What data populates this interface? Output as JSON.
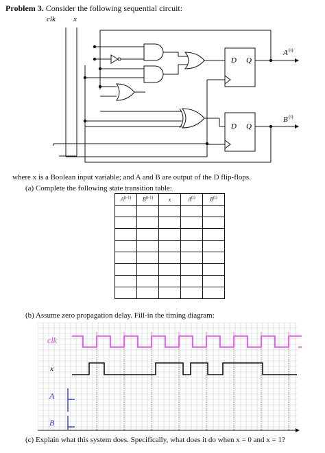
{
  "problem": {
    "label": "Problem 3.",
    "intro": "Consider the following sequential circuit:"
  },
  "circuit": {
    "input_clk": "clk",
    "input_x": "x",
    "ff_d": "D",
    "ff_q": "Q",
    "output_a": "A",
    "output_b": "B",
    "sup_t": "(t)"
  },
  "description": {
    "text": "where x is a Boolean input variable; and A and B are output of the D flip-flops."
  },
  "part_a": {
    "label": "(a) Complete the following state transition table:",
    "columns": [
      {
        "name": "A",
        "sup": "(t-1)"
      },
      {
        "name": "B",
        "sup": "(t-1)"
      },
      {
        "name": "x",
        "sup": ""
      },
      {
        "name": "A",
        "sup": "(t)"
      },
      {
        "name": "B",
        "sup": "(t)"
      }
    ],
    "rows": [
      [
        "",
        "",
        "",
        "",
        ""
      ],
      [
        "",
        "",
        "",
        "",
        ""
      ],
      [
        "",
        "",
        "",
        "",
        ""
      ],
      [
        "",
        "",
        "",
        "",
        ""
      ],
      [
        "",
        "",
        "",
        "",
        ""
      ],
      [
        "",
        "",
        "",
        "",
        ""
      ],
      [
        "",
        "",
        "",
        "",
        ""
      ],
      [
        "",
        "",
        "",
        "",
        ""
      ]
    ]
  },
  "part_b": {
    "label": "(b) Assume zero propagation delay. Fill-in the timing diagram:",
    "signals": [
      "clk",
      "x",
      "A",
      "B"
    ],
    "clk_color": "#e040e0",
    "a_b_color": "#3030c0"
  },
  "part_c": {
    "label": "(c) Explain what this system does. Specifically, what does it do when x = 0 and x = 1?"
  }
}
